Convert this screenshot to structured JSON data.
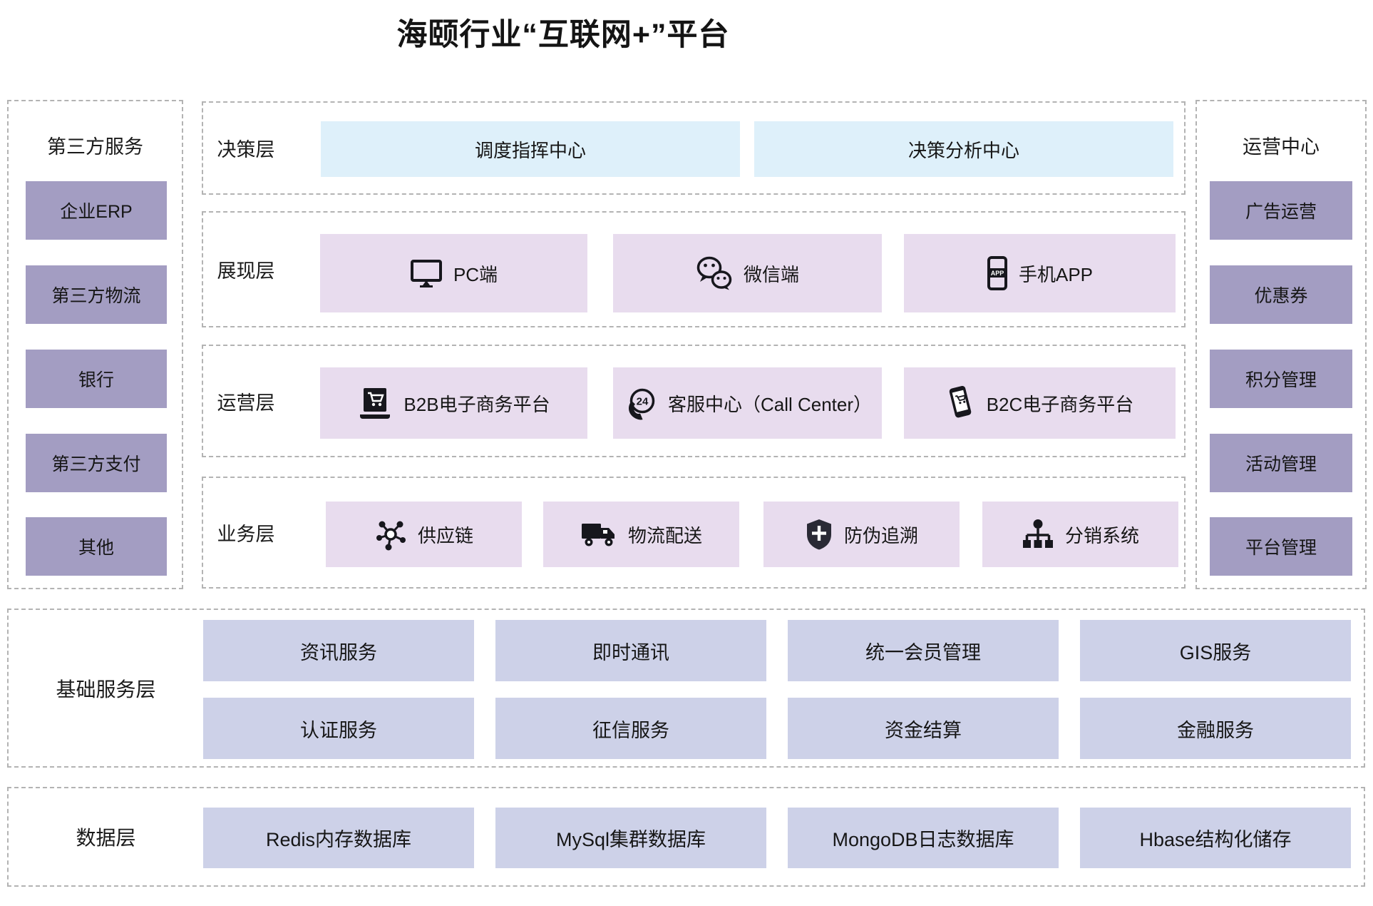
{
  "title": "海颐行业“互联网+”平台",
  "colors": {
    "side_box_bg": "#a39dc2",
    "decision_box_bg": "#def0fa",
    "app_box_bg": "#e8dcee",
    "base_box_bg": "#cdd1e8",
    "dashed_border": "#b3b3b3",
    "text": "#161616"
  },
  "left_panel": {
    "header": "第三方服务",
    "items": [
      {
        "label": "企业ERP"
      },
      {
        "label": "第三方物流"
      },
      {
        "label": "银行"
      },
      {
        "label": "第三方支付"
      },
      {
        "label": "其他"
      }
    ]
  },
  "right_panel": {
    "header": "运营中心",
    "items": [
      {
        "label": "广告运营"
      },
      {
        "label": "优惠券"
      },
      {
        "label": "积分管理"
      },
      {
        "label": "活动管理"
      },
      {
        "label": "平台管理"
      }
    ]
  },
  "decision_layer": {
    "label": "决策层",
    "boxes": [
      {
        "label": "调度指挥中心"
      },
      {
        "label": "决策分析中心"
      }
    ]
  },
  "presentation_layer": {
    "label": "展现层",
    "boxes": [
      {
        "label": "PC端",
        "icon": "monitor-icon"
      },
      {
        "label": "微信端",
        "icon": "wechat-icon"
      },
      {
        "label": "手机APP",
        "icon": "phone-app-icon"
      }
    ]
  },
  "operation_layer": {
    "label": "运营层",
    "boxes": [
      {
        "label": "B2B电子商务平台",
        "icon": "b2b-laptop-cart-icon"
      },
      {
        "label": "客服中心（Call Center）",
        "icon": "callcenter-24-icon"
      },
      {
        "label": "B2C电子商务平台",
        "icon": "b2c-phone-cart-icon"
      }
    ]
  },
  "business_layer": {
    "label": "业务层",
    "boxes": [
      {
        "label": "供应链",
        "icon": "supply-chain-network-icon"
      },
      {
        "label": "物流配送",
        "icon": "delivery-truck-icon"
      },
      {
        "label": "防伪追溯",
        "icon": "anti-fake-shield-icon"
      },
      {
        "label": "分销系统",
        "icon": "distribution-tree-icon"
      }
    ]
  },
  "base_service_layer": {
    "label": "基础服务层",
    "boxes": [
      {
        "label": "资讯服务"
      },
      {
        "label": "即时通讯"
      },
      {
        "label": "统一会员管理"
      },
      {
        "label": "GIS服务"
      },
      {
        "label": "认证服务"
      },
      {
        "label": "征信服务"
      },
      {
        "label": "资金结算"
      },
      {
        "label": "金融服务"
      }
    ]
  },
  "data_layer": {
    "label": "数据层",
    "boxes": [
      {
        "label": "Redis内存数据库"
      },
      {
        "label": "MySql集群数据库"
      },
      {
        "label": "MongoDB日志数据库"
      },
      {
        "label": "Hbase结构化储存"
      }
    ]
  }
}
